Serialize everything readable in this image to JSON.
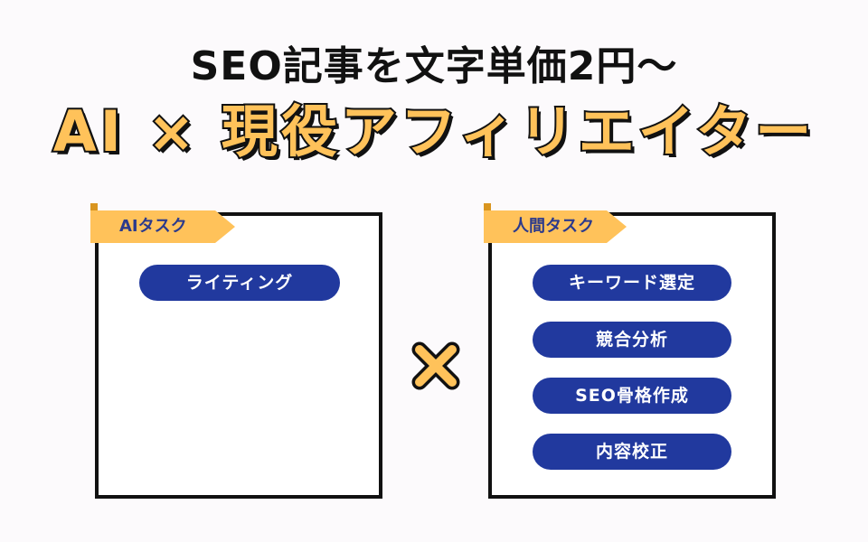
{
  "headline": "SEO記事を文字単価2円〜",
  "subheadline": "AI × 現役アフィリエイター",
  "ai_box": {
    "label": "AIタスク",
    "tasks": [
      "ライティング"
    ]
  },
  "human_box": {
    "label": "人間タスク",
    "tasks": [
      "キーワード選定",
      "競合分析",
      "SEO骨格作成",
      "内容校正"
    ]
  },
  "colors": {
    "accent_yellow": "#ffc25a",
    "pill_blue": "#21399e",
    "outline": "#111111"
  },
  "icons": {
    "multiply": "times-icon"
  }
}
